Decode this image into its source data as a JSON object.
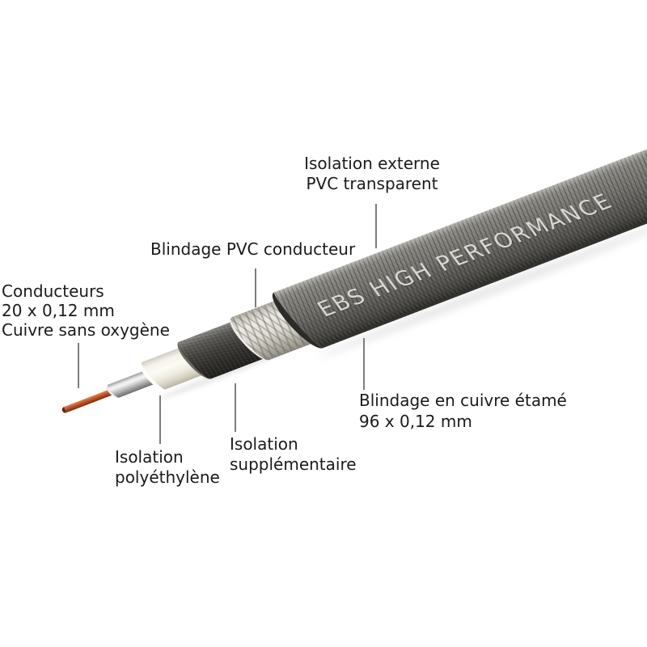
{
  "diagram": {
    "subject": "coaxial-instrument-cable-cutaway",
    "brand_text_on_cable": "EBS HIGH PERFORMANCE"
  },
  "annotations": {
    "isolation_externe": {
      "line1": "Isolation externe",
      "line2": "PVC transparent"
    },
    "blindage_pvc": {
      "line1": "Blindage PVC conducteur"
    },
    "conducteurs": {
      "line1": "Conducteurs",
      "line2": "20 x 0,12 mm",
      "line3": "Cuivre sans oxygène"
    },
    "blindage_cuivre": {
      "line1": "Blindage en cuivre étamé",
      "line2": "96 x 0,12 mm"
    },
    "isolation_polyethylene": {
      "line1": "Isolation",
      "line2": "polyéthylène"
    },
    "isolation_supplementaire": {
      "line1": "Isolation",
      "line2": "supplémentaire"
    }
  },
  "colors": {
    "background": "#ffffff",
    "label_text": "#1b1b1b",
    "annotation_line": "#7d7d7d",
    "copper_wire": "#b5552c",
    "polyethylene_insulation": "#c9c9c9",
    "supplementary_insulation": "#f5f3ea",
    "conductive_pvc_shield": "#33322f",
    "tinned_copper_braid": "#d9d7cf",
    "outer_jacket": "#6f6e69",
    "jacket_text": "#d8d7d2"
  }
}
